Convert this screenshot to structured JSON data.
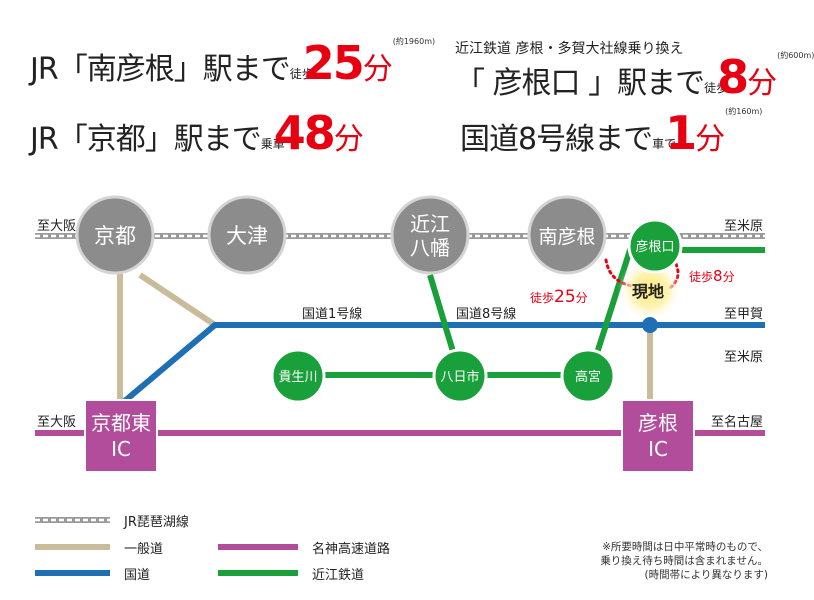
{
  "headlines": {
    "minami_hikone": {
      "prefix": "JR「南彦根」駅まで",
      "mode": "徒歩",
      "value": "25",
      "unit": "分",
      "distance": "(約1960m)"
    },
    "kyoto": {
      "prefix": "JR「京都」駅まで",
      "mode": "乗車",
      "value": "48",
      "unit": "分"
    },
    "hikoneguchi": {
      "sub": "近江鉄道 彦根・多賀大社線乗り換え",
      "prefix": "「 彦根口 」駅まで",
      "mode": "徒歩",
      "value": "8",
      "unit": "分",
      "distance": "(約600m)"
    },
    "route8": {
      "prefix": "国道8号線まで",
      "mode": "車で",
      "value": "1",
      "unit": "分",
      "distance": "(約160m)"
    }
  },
  "map": {
    "directions": {
      "jr_west": "至大阪",
      "jr_east": "至米原",
      "route_east": "至甲賀",
      "ohmi_east": "至米原",
      "meishin_west": "至大阪",
      "meishin_east": "至名古屋"
    },
    "road_labels": {
      "route1": "国道1号線",
      "route8": "国道8号線"
    },
    "stations": {
      "kyoto": "京都",
      "otsu": "大津",
      "omihachiman_1": "近江",
      "omihachiman_2": "八幡",
      "minami_hikone": "南彦根",
      "hikoneguchi": "彦根口",
      "kibukawa": "貴生川",
      "yokaichi": "八日市",
      "takamiya": "高宮"
    },
    "ic": {
      "kyoto_higashi_1": "京都東",
      "kyoto_higashi_2": "IC",
      "hikone_1": "彦根",
      "hikone_2": "IC"
    },
    "current_location": "現地",
    "walk_25": {
      "label": "徒歩",
      "value": "25",
      "unit": "分"
    },
    "walk_8": {
      "label": "徒歩",
      "value": "8",
      "unit": "分"
    }
  },
  "legend": {
    "jr": "JR琵琶湖線",
    "general_road": "一般道",
    "national_road": "国道",
    "expressway": "名神高速道路",
    "ohmi_railway": "近江鉄道"
  },
  "note": {
    "line1": "※所要時間は日中平常時のもので、",
    "line2": "乗り換え待ち時間は含まれません。",
    "line3": "(時間帯により異なります)"
  },
  "colors": {
    "jr": "#9a9a9a",
    "station_fill": "#8c8c8c",
    "general_road": "#c8bc9a",
    "national_road": "#1f6fb5",
    "expressway": "#b24d9c",
    "ohmi_railway": "#19a03a",
    "highlight": "#e60012"
  }
}
